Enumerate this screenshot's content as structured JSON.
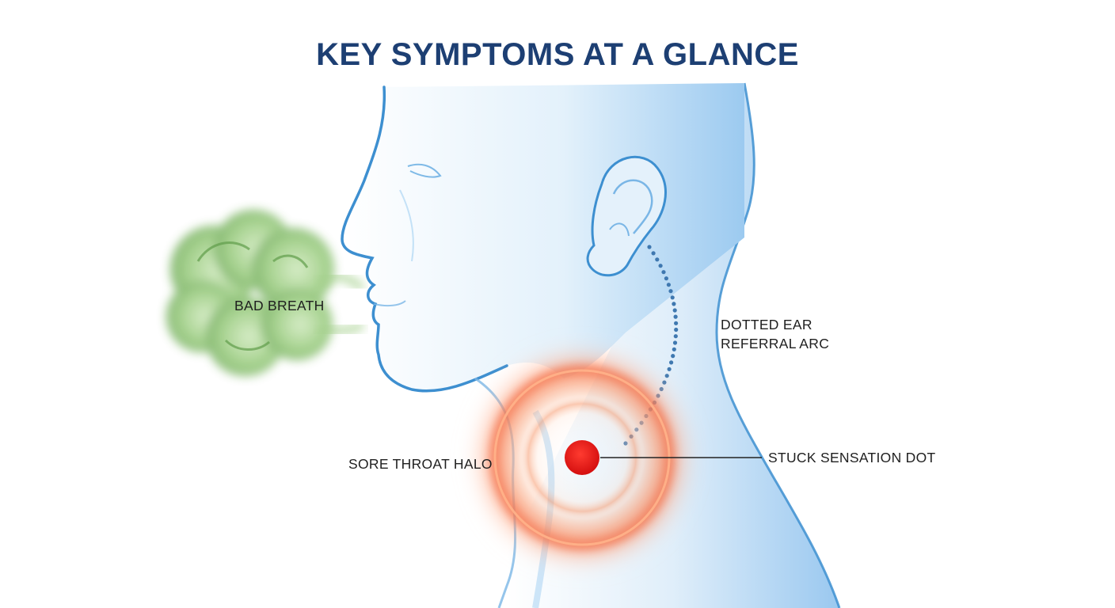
{
  "title": "KEY SYMPTOMS AT A GLANCE",
  "labels": {
    "bad_breath": "BAD BREATH",
    "ear_arc_line1": "DOTTED EAR",
    "ear_arc_line2": "REFERRAL ARC",
    "sore_throat": "SORE THROAT HALO",
    "stuck_dot": "STUCK SENSATION DOT"
  },
  "colors": {
    "title": "#1d3f73",
    "label_text": "#1f1f1f",
    "head_fill": "#cfe6f7",
    "head_outline": "#3d8fd0",
    "ear_arc_dots": "#3f78b0",
    "breath_cloud": "#7fb868",
    "halo": "#ef5a3a",
    "stuck_dot": "#e31d1d",
    "leader_line": "#222222"
  },
  "icons": {
    "breath": "breath-cloud-icon",
    "ear": "ear-icon",
    "stuck_dot": "red-dot-icon"
  }
}
